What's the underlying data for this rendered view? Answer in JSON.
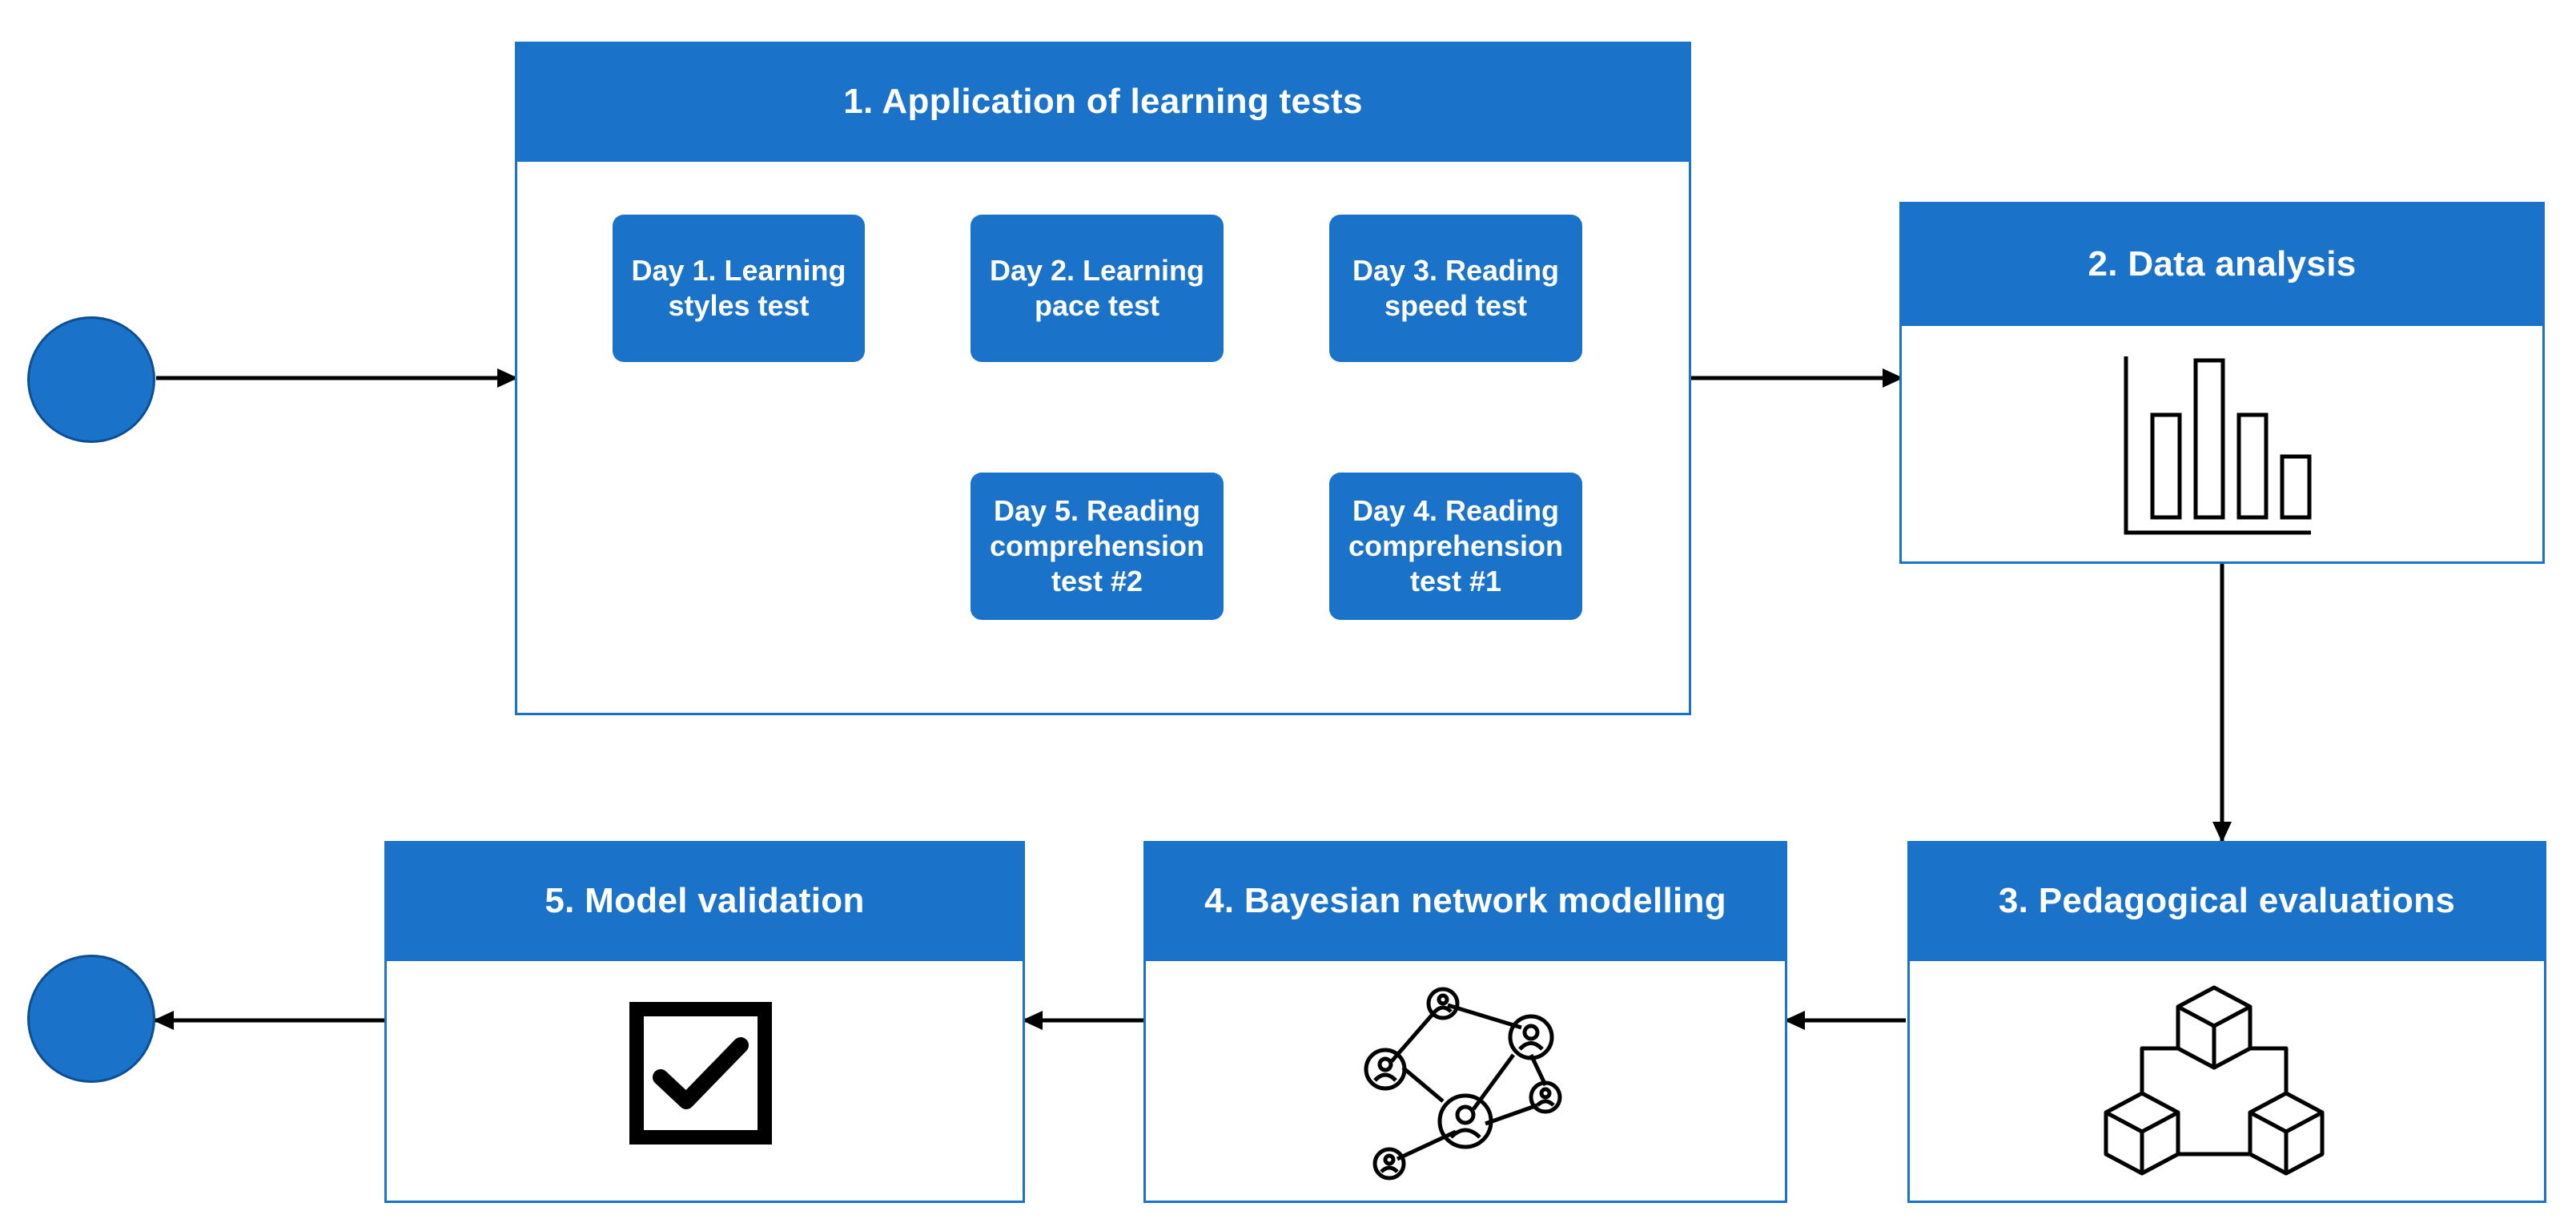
{
  "stage1": {
    "title": "1.   Application  of learning  tests",
    "steps": [
      "Day 1. Learning styles test",
      "Day 2. Learning pace test",
      "Day 3. Reading speed test",
      "Day 4. Reading comprehension test #1",
      "Day 5. Reading comprehension test #2"
    ]
  },
  "stage2": {
    "title": "2. Data analysis",
    "icon": "bar-chart-icon"
  },
  "stage3": {
    "title": "3. Pedagogical  evaluations",
    "icon": "cubes-icon"
  },
  "stage4": {
    "title": "4. Bayesian network  modelling",
    "icon": "network-icon"
  },
  "stage5": {
    "title": "5. Model  validation",
    "icon": "checkbox-icon"
  },
  "colors": {
    "primary": "#1a72c9",
    "step_arrow": "#a9bfe0",
    "line": "#000000"
  }
}
